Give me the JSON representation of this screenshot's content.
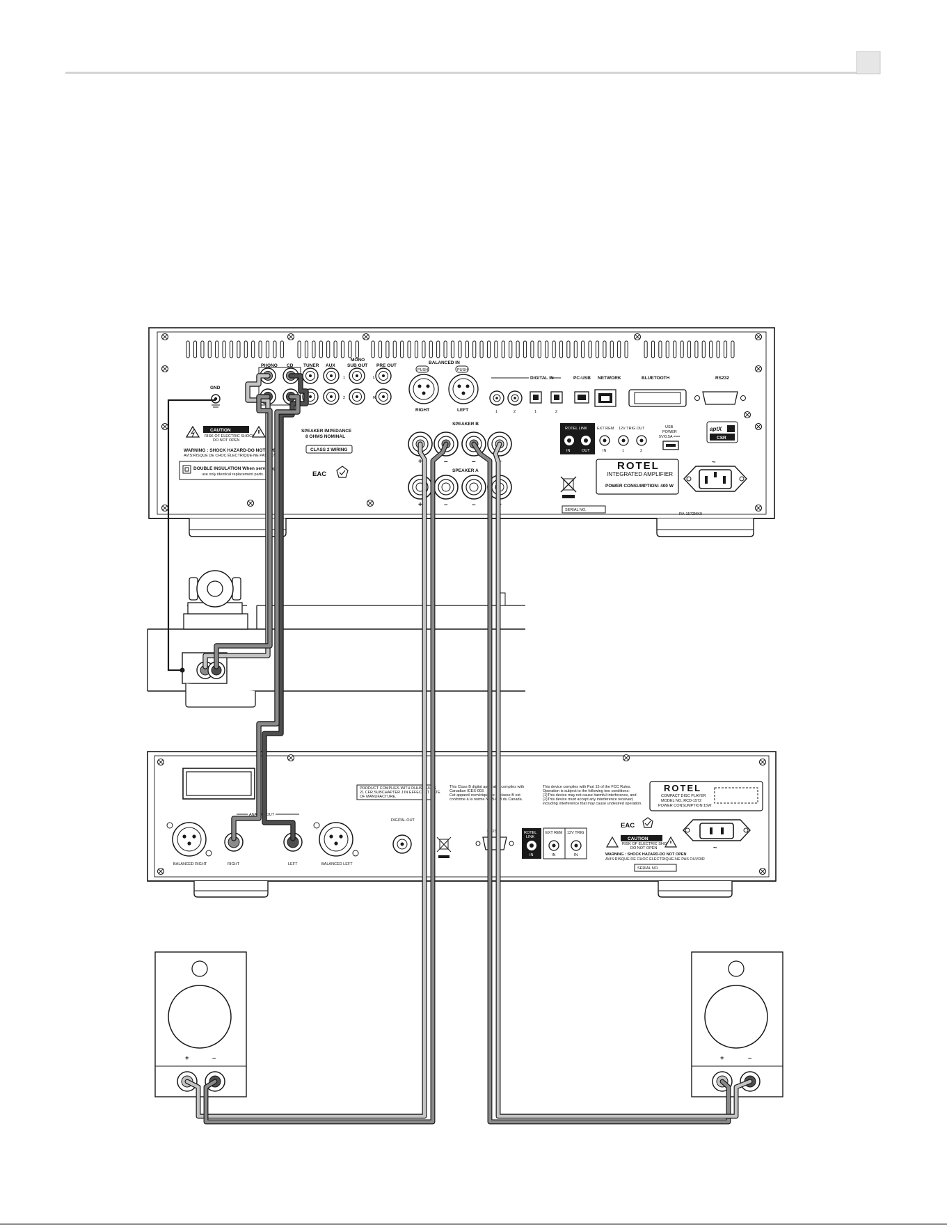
{
  "amplifier": {
    "jack_labels": {
      "phono": "PHONO",
      "cd": "CD",
      "tuner": "TUNER",
      "aux": "AUX",
      "mono_sub_out_1": "MONO",
      "mono_sub_out_2": "SUB OUT",
      "pre_out": "PRE OUT",
      "balanced_in": "BALANCED IN",
      "push": "PUSH",
      "right": "RIGHT",
      "left": "LEFT",
      "digital_in": "DIGITAL IN",
      "pc_usb": "PC-USB",
      "network": "NETWORK",
      "bluetooth": "BLUETOOTH",
      "rs232": "RS232",
      "gnd": "GND",
      "l": "L",
      "r": "R",
      "n1": "1",
      "n2": "2"
    },
    "caution_title": "CAUTION",
    "caution_sub1": "RISK OF ELECTRIC SHOCK",
    "caution_sub2": "DO NOT OPEN",
    "warning_line1": "WARNING : SHOCK HAZARD-DO NOT OPEN",
    "warning_line2": "AVIS:RISQUE DE CHOC ÉLECTRIQUE-NE PAS OUVRIR",
    "double_insulation_1": "DOUBLE INSULATION  When servicing",
    "double_insulation_2": "use only identical replacement parts.",
    "speaker_impedance_1": "SPEAKER IMPEDANCE",
    "speaker_impedance_2": "8 OHMS NOMINAL",
    "class2": "CLASS 2 WIRING",
    "eac": "EAC",
    "speaker_b": "SPEAKER B",
    "speaker_a": "SPEAKER A",
    "plus": "+",
    "minus": "–",
    "rotel_link": "ROTEL LINK",
    "in": "IN",
    "out": "OUT",
    "ext_rem": "EXT REM",
    "trig_out": "12V TRIG OUT",
    "usb_power_1": "USB",
    "usb_power_2": "POWER",
    "usb_power_3": "5V/0.5A ===",
    "aptx": "aptX",
    "csr": "CSR",
    "brand": "ROTEL",
    "product_line1": "INTEGRATED AMPLIFIER",
    "product_line2": "POWER CONSUMPTION: 400 W",
    "serial": "SERIAL NO.",
    "model": "RA-1572MKII",
    "tilde": "~"
  },
  "cd_player": {
    "analog_out": "ANALOG OUT",
    "balanced_right": "BALANCED RIGHT",
    "right": "RIGHT",
    "left": "LEFT",
    "balanced_left": "BALANCED LEFT",
    "digital_out": "DIGITAL OUT",
    "rs232": "RS232",
    "rotel_link_1": "ROTEL",
    "rotel_link_2": "LINK",
    "ext_rem": "EXT REM",
    "trig": "12V TRIG",
    "in": "IN",
    "fcc_1": "PRODUCT COMPLIES WITH DHHS RULES",
    "fcc_2": "21 CFR SUBCHAPTER J IN EFFECT AT DATE",
    "fcc_3": "OF MANUFACTURE.",
    "class_b_1": "This Class B digital apparatus complies with",
    "class_b_2": "Canadian ICES-003.",
    "class_b_3": "Cet appareil numérique de la classe B est",
    "class_b_4": "conforme à la norme NMB-003 du Canada.",
    "part15_1": "This device complies with Part 15 of the FCC Rules.",
    "part15_2": "Operation is subject to the following two conditions:",
    "part15_3": "(1)This device may not cause harmful interference, and",
    "part15_4": "(2)This device must accept any interference received,",
    "part15_5": "including interference that may cause undesired operation.",
    "brand": "ROTEL",
    "product_line1": "COMPACT DISC PLAYER",
    "product_line2": "MODEL NO.:RCD-1572",
    "product_line3": "POWER CONSUMPTION:15W",
    "eac": "EAC",
    "caution_title": "CAUTION",
    "caution_sub1": "RISK OF ELECTRIC SHOCK",
    "caution_sub2": "DO NOT OPEN",
    "warning_line1": "WARNING : SHOCK HAZARD-DO NOT OPEN",
    "warning_line2": "AVIS:RISQUE DE CHOC ÉLECTRIQUE-NE PAS OUVRIR",
    "serial": "SERIAL NO.",
    "tilde": "~"
  },
  "speakers": {
    "left_plus": "+",
    "left_minus": "–",
    "right_plus": "+",
    "right_minus": "–"
  },
  "colors": {
    "line": "#1a1a1a",
    "cable_light": "#c4c4c4",
    "cable_mid": "#8a8a8a",
    "cable_dark": "#4e4e4e",
    "header_rule": "#d4d4d4",
    "page_tab": "#e6e6e6"
  }
}
